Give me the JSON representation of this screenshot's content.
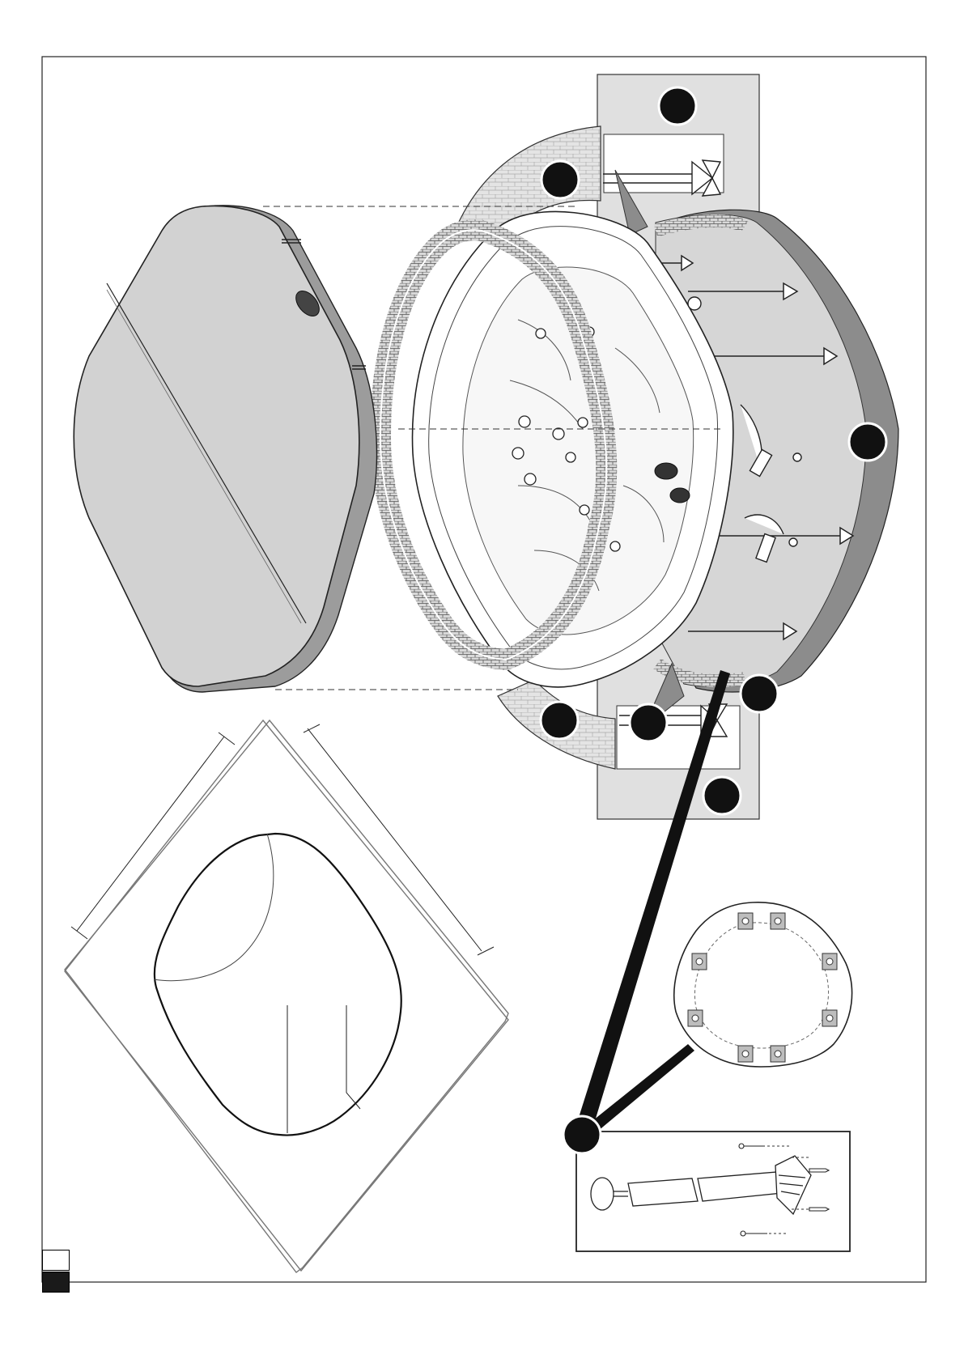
{
  "diagram": {
    "kind": "spa installation exploded view",
    "colors": {
      "line": "#222222",
      "fill_light": "#e2e2e2",
      "fill_mid": "#cfcfcf",
      "fill_dark": "#8a8a8a",
      "marker": "#111111"
    },
    "markers": [
      {
        "name": "marker-top-wall"
      },
      {
        "name": "marker-upper-surround"
      },
      {
        "name": "marker-right-support"
      },
      {
        "name": "marker-lower-right"
      },
      {
        "name": "marker-lower-surround"
      },
      {
        "name": "marker-lower-post"
      },
      {
        "name": "marker-bottom-wall"
      },
      {
        "name": "marker-detail"
      }
    ],
    "components": [
      "spa-cover",
      "tile-ring",
      "spa-shell",
      "support-surround",
      "recess-plan",
      "support-layout",
      "support-post-detail"
    ],
    "page_indicators": [
      "page-corner-white",
      "page-corner-black"
    ]
  }
}
